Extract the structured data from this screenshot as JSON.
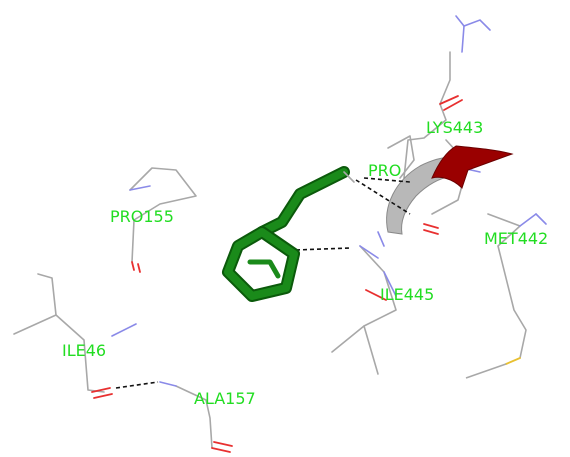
{
  "colors": {
    "background": "#ffffff",
    "carbon": "#a8a8a8",
    "nitrogen": "#8a8ae8",
    "oxygen": "#e83030",
    "sulfur": "#e8c030",
    "ligand": "#1a8a1a",
    "ligand_dark": "#0b5a0b",
    "label": "#22dd22",
    "hbond": "#111111",
    "ribbon_gray": "#b8b8b8",
    "ribbon_red": "#9a0000"
  },
  "residues": {
    "lys443": "LYS443",
    "pro": "PRO",
    "met442": "MET442",
    "pro155": "PRO155",
    "ile445": "ILE445",
    "ile46": "ILE46",
    "ala157": "ALA157"
  }
}
